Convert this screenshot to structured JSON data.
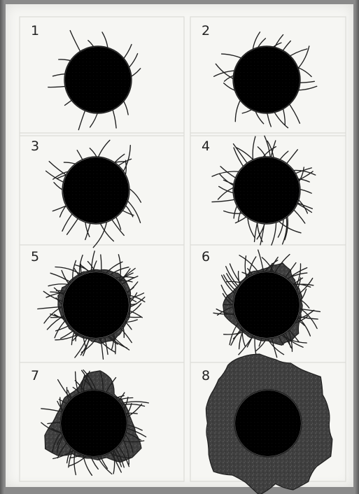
{
  "panels": [
    {
      "number": "1",
      "stage": 1,
      "core": "dark",
      "hairs": 14,
      "shell": 0
    },
    {
      "number": "2",
      "stage": 2,
      "core": "dark",
      "hairs": 22,
      "shell": 0
    },
    {
      "number": "3",
      "stage": 3,
      "core": "light",
      "hairs": 28,
      "shell": 0
    },
    {
      "number": "4",
      "stage": 4,
      "core": "light",
      "hairs": 42,
      "shell": 0
    },
    {
      "number": "5",
      "stage": 5,
      "core": "light",
      "hairs": 70,
      "shell": 0.15
    },
    {
      "number": "6",
      "stage": 6,
      "core": "light",
      "hairs": 62,
      "shell": 0.35
    },
    {
      "number": "7",
      "stage": 7,
      "core": "medium",
      "hairs": 55,
      "shell": 0.7
    },
    {
      "number": "8",
      "stage": 8,
      "core": "medium",
      "hairs": 0,
      "shell": 1.0
    }
  ],
  "colors": {
    "core_dark": "#6a6a6a",
    "core_light": "#bdbdbd",
    "core_medium": "#8c8c8c",
    "shell": "#3f3f3f",
    "hair": "#1e1e1e",
    "paper": "#f6f6f3"
  }
}
